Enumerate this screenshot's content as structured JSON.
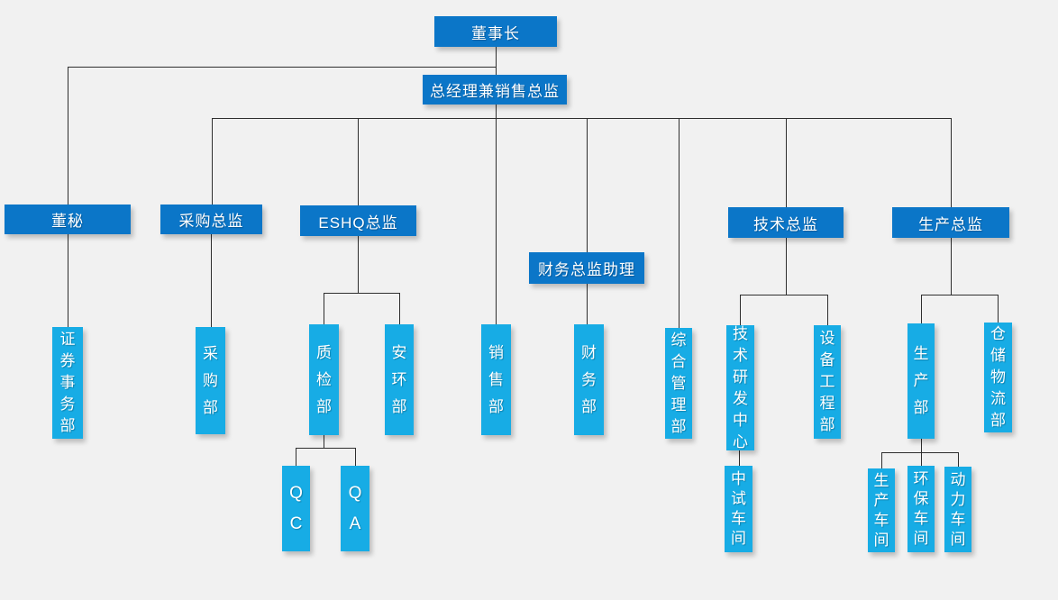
{
  "colors": {
    "primary_box": "#0b76c8",
    "secondary_box": "#17ace5",
    "background": "#f1f1f1",
    "connector": "#2e2e2e",
    "text": "#ffffff"
  },
  "nodes": {
    "chairman": "董事长",
    "gm_sales_director": "总经理兼销售总监",
    "board_secretary": "董秘",
    "purchasing_director": "采购总监",
    "eshq_director": "ESHQ总监",
    "finance_director_assistant": "财务总监助理",
    "tech_director": "技术总监",
    "production_director": "生产总监",
    "securities_affairs_dept": "证券事务部",
    "purchasing_dept": "采购部",
    "quality_inspection_dept": "质检部",
    "safety_env_dept": "安环部",
    "sales_dept": "销售部",
    "finance_dept": "财务部",
    "general_management_dept": "综合管理部",
    "tech_rd_center": "技术研发中心",
    "equipment_engineering_dept": "设备工程部",
    "production_dept": "生产部",
    "warehouse_logistics_dept": "仓储物流部",
    "qc": "QC",
    "qa": "QA",
    "pilot_workshop": "中试车间",
    "production_workshop": "生产车间",
    "env_protection_workshop": "环保车间",
    "power_workshop": "动力车间"
  },
  "edges": [
    [
      "chairman",
      "board_secretary"
    ],
    [
      "chairman",
      "gm_sales_director"
    ],
    [
      "gm_sales_director",
      "purchasing_director"
    ],
    [
      "gm_sales_director",
      "eshq_director"
    ],
    [
      "gm_sales_director",
      "sales_dept"
    ],
    [
      "gm_sales_director",
      "finance_director_assistant"
    ],
    [
      "gm_sales_director",
      "general_management_dept"
    ],
    [
      "gm_sales_director",
      "tech_director"
    ],
    [
      "gm_sales_director",
      "production_director"
    ],
    [
      "board_secretary",
      "securities_affairs_dept"
    ],
    [
      "purchasing_director",
      "purchasing_dept"
    ],
    [
      "eshq_director",
      "quality_inspection_dept"
    ],
    [
      "eshq_director",
      "safety_env_dept"
    ],
    [
      "finance_director_assistant",
      "finance_dept"
    ],
    [
      "tech_director",
      "tech_rd_center"
    ],
    [
      "tech_director",
      "equipment_engineering_dept"
    ],
    [
      "production_director",
      "production_dept"
    ],
    [
      "production_director",
      "warehouse_logistics_dept"
    ],
    [
      "quality_inspection_dept",
      "qc"
    ],
    [
      "quality_inspection_dept",
      "qa"
    ],
    [
      "tech_rd_center",
      "pilot_workshop"
    ],
    [
      "production_dept",
      "production_workshop"
    ],
    [
      "production_dept",
      "env_protection_workshop"
    ],
    [
      "production_dept",
      "power_workshop"
    ]
  ]
}
